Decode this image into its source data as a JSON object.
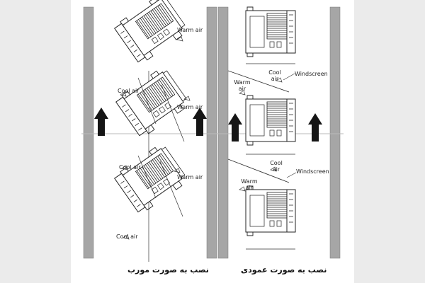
{
  "left_panel": {
    "caption": "نصب به صورت مورب",
    "labels": {
      "warm_1": "Warm air",
      "cool_1": "Cool air",
      "warm_2": "Warm air",
      "cool_2": "Cool air",
      "warm_3": "Warm air",
      "cool_3": "Cool air"
    }
  },
  "right_panel": {
    "caption": "نصب به صورت عمودی",
    "labels": {
      "warm_1": "Warm air",
      "cool_1": "Cool air",
      "windscreen_1": "Windscreen",
      "cool_2": "Cool air",
      "windscreen_2": "Windscreen",
      "warm_2": "Warm air"
    }
  },
  "colors": {
    "wall": "#a6a6a6",
    "arrow": "#151515",
    "line": "#333333",
    "background": "#ffffff"
  }
}
